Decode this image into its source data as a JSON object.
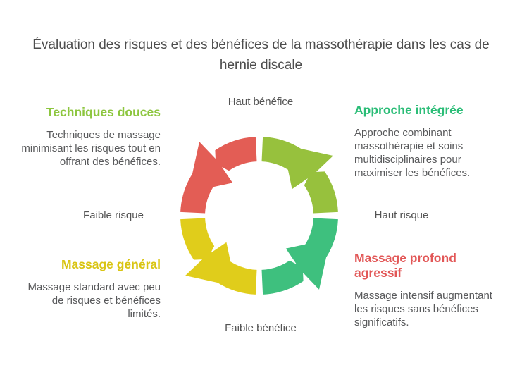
{
  "title": "Évaluation des risques et des bénéfices de la massothérapie dans les cas de hernie discale",
  "axis_labels": {
    "top": "Haut bénéfice",
    "left": "Faible risque",
    "right": "Haut risque",
    "bottom": "Faible bénéfice"
  },
  "quadrants": [
    {
      "position": "top-left",
      "heading": "Techniques douces",
      "heading_color": "#8dc63f",
      "body": "Techniques de massage minimisant les risques tout en offrant des bénéfices."
    },
    {
      "position": "top-right",
      "heading": "Approche intégrée",
      "heading_color": "#2bbd77",
      "body": "Approche combinant massothérapie et soins multidisciplinaires pour maximiser les bénéfices."
    },
    {
      "position": "bottom-left",
      "heading": "Massage général",
      "heading_color": "#d9c412",
      "body": "Massage standard avec peu de risques et bénéfices limités."
    },
    {
      "position": "bottom-right",
      "heading": "Massage profond agressif",
      "heading_color": "#e25757",
      "body": "Massage intensif augmentant les risques sans bénéfices significatifs."
    }
  ],
  "cycle": {
    "direction": "counterclockwise",
    "segments": [
      {
        "name": "arc-segment-top-left",
        "position": "top-left",
        "color": "#e35d55"
      },
      {
        "name": "arc-segment-top-right",
        "position": "top-right",
        "color": "#97c13d"
      },
      {
        "name": "arc-segment-bottom-left",
        "position": "bottom-left",
        "color": "#e0cd1b"
      },
      {
        "name": "arc-segment-bottom-right",
        "position": "bottom-right",
        "color": "#3ec07e"
      }
    ]
  }
}
